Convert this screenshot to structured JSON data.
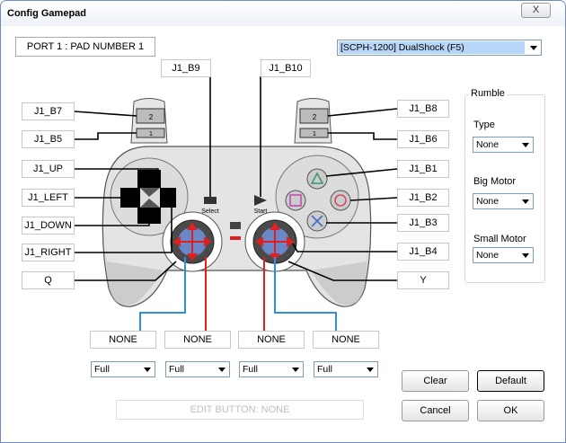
{
  "window": {
    "title": "Config Gamepad",
    "close_label": "X"
  },
  "port_label": "PORT 1 : PAD NUMBER 1",
  "pad_select": {
    "value": "[SCPH-1200] DualShock (F5)"
  },
  "buttons": {
    "select_top": "J1_B9",
    "start_top": "J1_B10",
    "l2": "J1_B7",
    "l1": "J1_B5",
    "up": "J1_UP",
    "left": "J1_LEFT",
    "down": "J1_DOWN",
    "right": "J1_RIGHT",
    "l3": "Q",
    "r2": "J1_B8",
    "r1": "J1_B6",
    "triangle": "J1_B1",
    "circle": "J1_B2",
    "cross": "J1_B3",
    "square": "J1_B4",
    "r3": "Y"
  },
  "pad_glyphs": {
    "select": "Select",
    "start": "Start",
    "l2": "2",
    "l1": "1",
    "r2": "2",
    "r1": "1"
  },
  "axes": [
    {
      "label": "NONE",
      "mode": "Full"
    },
    {
      "label": "NONE",
      "mode": "Full"
    },
    {
      "label": "NONE",
      "mode": "Full"
    },
    {
      "label": "NONE",
      "mode": "Full"
    }
  ],
  "rumble": {
    "title": "Rumble",
    "type_label": "Type",
    "type_value": "None",
    "big_label": "Big Motor",
    "big_value": "None",
    "small_label": "Small Motor",
    "small_value": "None"
  },
  "edit_button": "EDIT BUTTON: NONE",
  "actions": {
    "clear": "Clear",
    "default": "Default",
    "cancel": "Cancel",
    "ok": "OK"
  },
  "colors": {
    "axis_blue": "#2f8ee0",
    "axis_red": "#e02020",
    "pad_body": "#e2e2e2"
  }
}
